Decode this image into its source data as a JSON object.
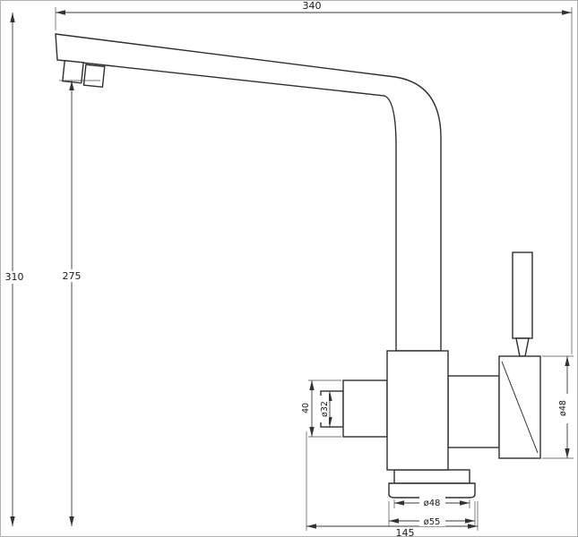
{
  "drawing": {
    "dims": {
      "overall_width": "340",
      "overall_height": "310",
      "spout_height": "275",
      "base_span": "145",
      "shank_diameter": "ø48",
      "base_diameter": "ø55",
      "side_outlet_height": "40",
      "side_outlet_diameter": "ø32",
      "handle_diameter": "ø48"
    }
  }
}
